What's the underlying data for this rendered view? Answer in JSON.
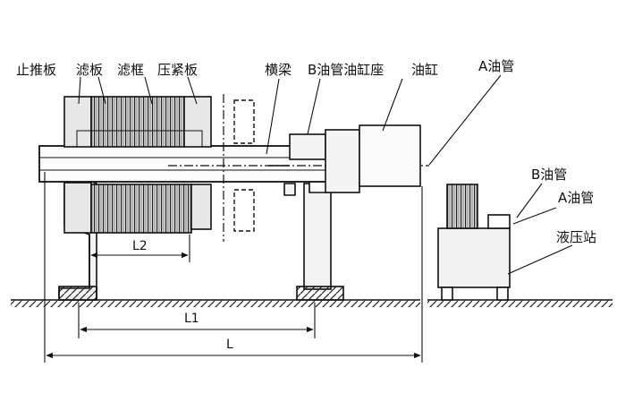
{
  "labels": {
    "stop_plate": "止推板",
    "filter_plate": "滤板",
    "filter_frame": "滤框",
    "press_plate": "压紧板",
    "beam": "横梁",
    "b_pipe_seat": "B油管油缸座",
    "cylinder": "油缸",
    "a_pipe_top": "A油管",
    "b_pipe_right": "B油管",
    "a_pipe_right": "A油管",
    "hydraulic_station": "液压站"
  },
  "dimensions": {
    "l2": "L2",
    "l1": "L1",
    "l": "L"
  }
}
